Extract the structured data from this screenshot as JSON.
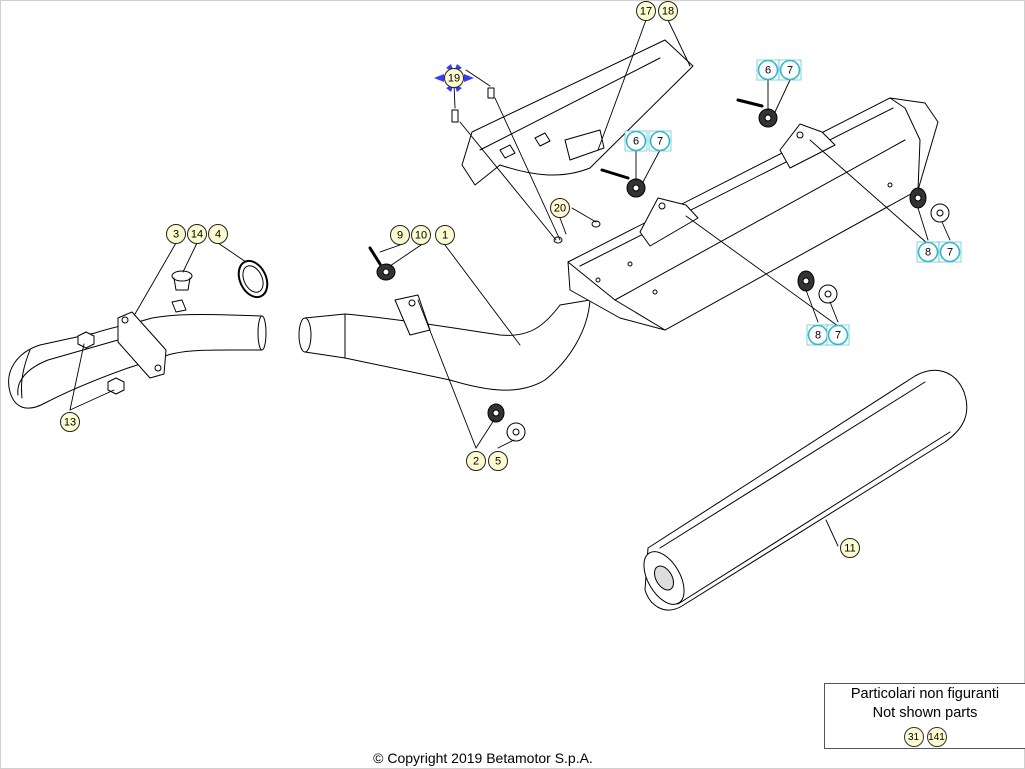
{
  "colors": {
    "yellow_fill": "#fdfbd0",
    "cyan_ring": "#35b7c9",
    "selected_marker": "#3a3af0",
    "line": "#000000"
  },
  "callouts": [
    {
      "id": "c17",
      "label": "17",
      "group": "yellow"
    },
    {
      "id": "c18",
      "label": "18",
      "group": "yellow"
    },
    {
      "id": "c19",
      "label": "19",
      "group": "yellow",
      "selected": true
    },
    {
      "id": "c6a",
      "label": "6",
      "group": "cyan"
    },
    {
      "id": "c7a",
      "label": "7",
      "group": "cyan"
    },
    {
      "id": "c6b",
      "label": "6",
      "group": "cyan"
    },
    {
      "id": "c7b",
      "label": "7",
      "group": "cyan"
    },
    {
      "id": "c20",
      "label": "20",
      "group": "yellow"
    },
    {
      "id": "c3",
      "label": "3",
      "group": "yellow"
    },
    {
      "id": "c14",
      "label": "14",
      "group": "yellow"
    },
    {
      "id": "c4",
      "label": "4",
      "group": "yellow"
    },
    {
      "id": "c9",
      "label": "9",
      "group": "yellow"
    },
    {
      "id": "c10",
      "label": "10",
      "group": "yellow"
    },
    {
      "id": "c1",
      "label": "1",
      "group": "yellow"
    },
    {
      "id": "c8a",
      "label": "8",
      "group": "cyan"
    },
    {
      "id": "c7c",
      "label": "7",
      "group": "cyan"
    },
    {
      "id": "c8b",
      "label": "8",
      "group": "cyan"
    },
    {
      "id": "c7d",
      "label": "7",
      "group": "cyan"
    },
    {
      "id": "c13",
      "label": "13",
      "group": "yellow"
    },
    {
      "id": "c2",
      "label": "2",
      "group": "yellow"
    },
    {
      "id": "c5",
      "label": "5",
      "group": "yellow"
    },
    {
      "id": "c11",
      "label": "11",
      "group": "yellow"
    }
  ],
  "legend": {
    "title_it": "Particolari non figuranti",
    "title_en": "Not shown parts",
    "refs": [
      "31",
      "141"
    ]
  },
  "copyright": "© Copyright 2019 Betamotor S.p.A."
}
